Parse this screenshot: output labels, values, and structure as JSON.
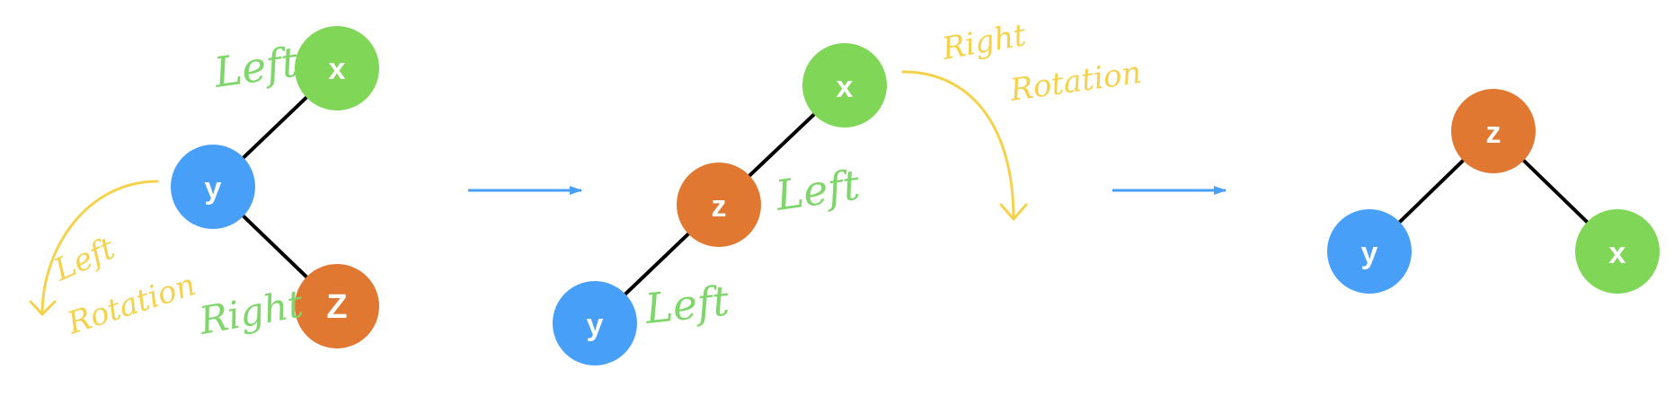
{
  "colors": {
    "green": "#80d657",
    "blue": "#479ff8",
    "orange": "#e07832",
    "edge": "#000000",
    "arrow": "#479ff8",
    "annotation_yellow": "#f5d24b",
    "annotation_green": "#7fd66b"
  },
  "diagram": {
    "panel1": {
      "node_x": "x",
      "node_y": "y",
      "node_z": "Z",
      "note_left": "Left",
      "note_right": "Right",
      "note_rotation_1": "Left",
      "note_rotation_2": "Rotation"
    },
    "panel2": {
      "node_x": "x",
      "node_z": "z",
      "node_y": "y",
      "note_left_upper": "Left",
      "note_left_lower": "Left",
      "note_rotation_1": "Right",
      "note_rotation_2": "Rotation"
    },
    "panel3": {
      "node_z": "z",
      "node_y": "y",
      "node_x": "x"
    }
  }
}
